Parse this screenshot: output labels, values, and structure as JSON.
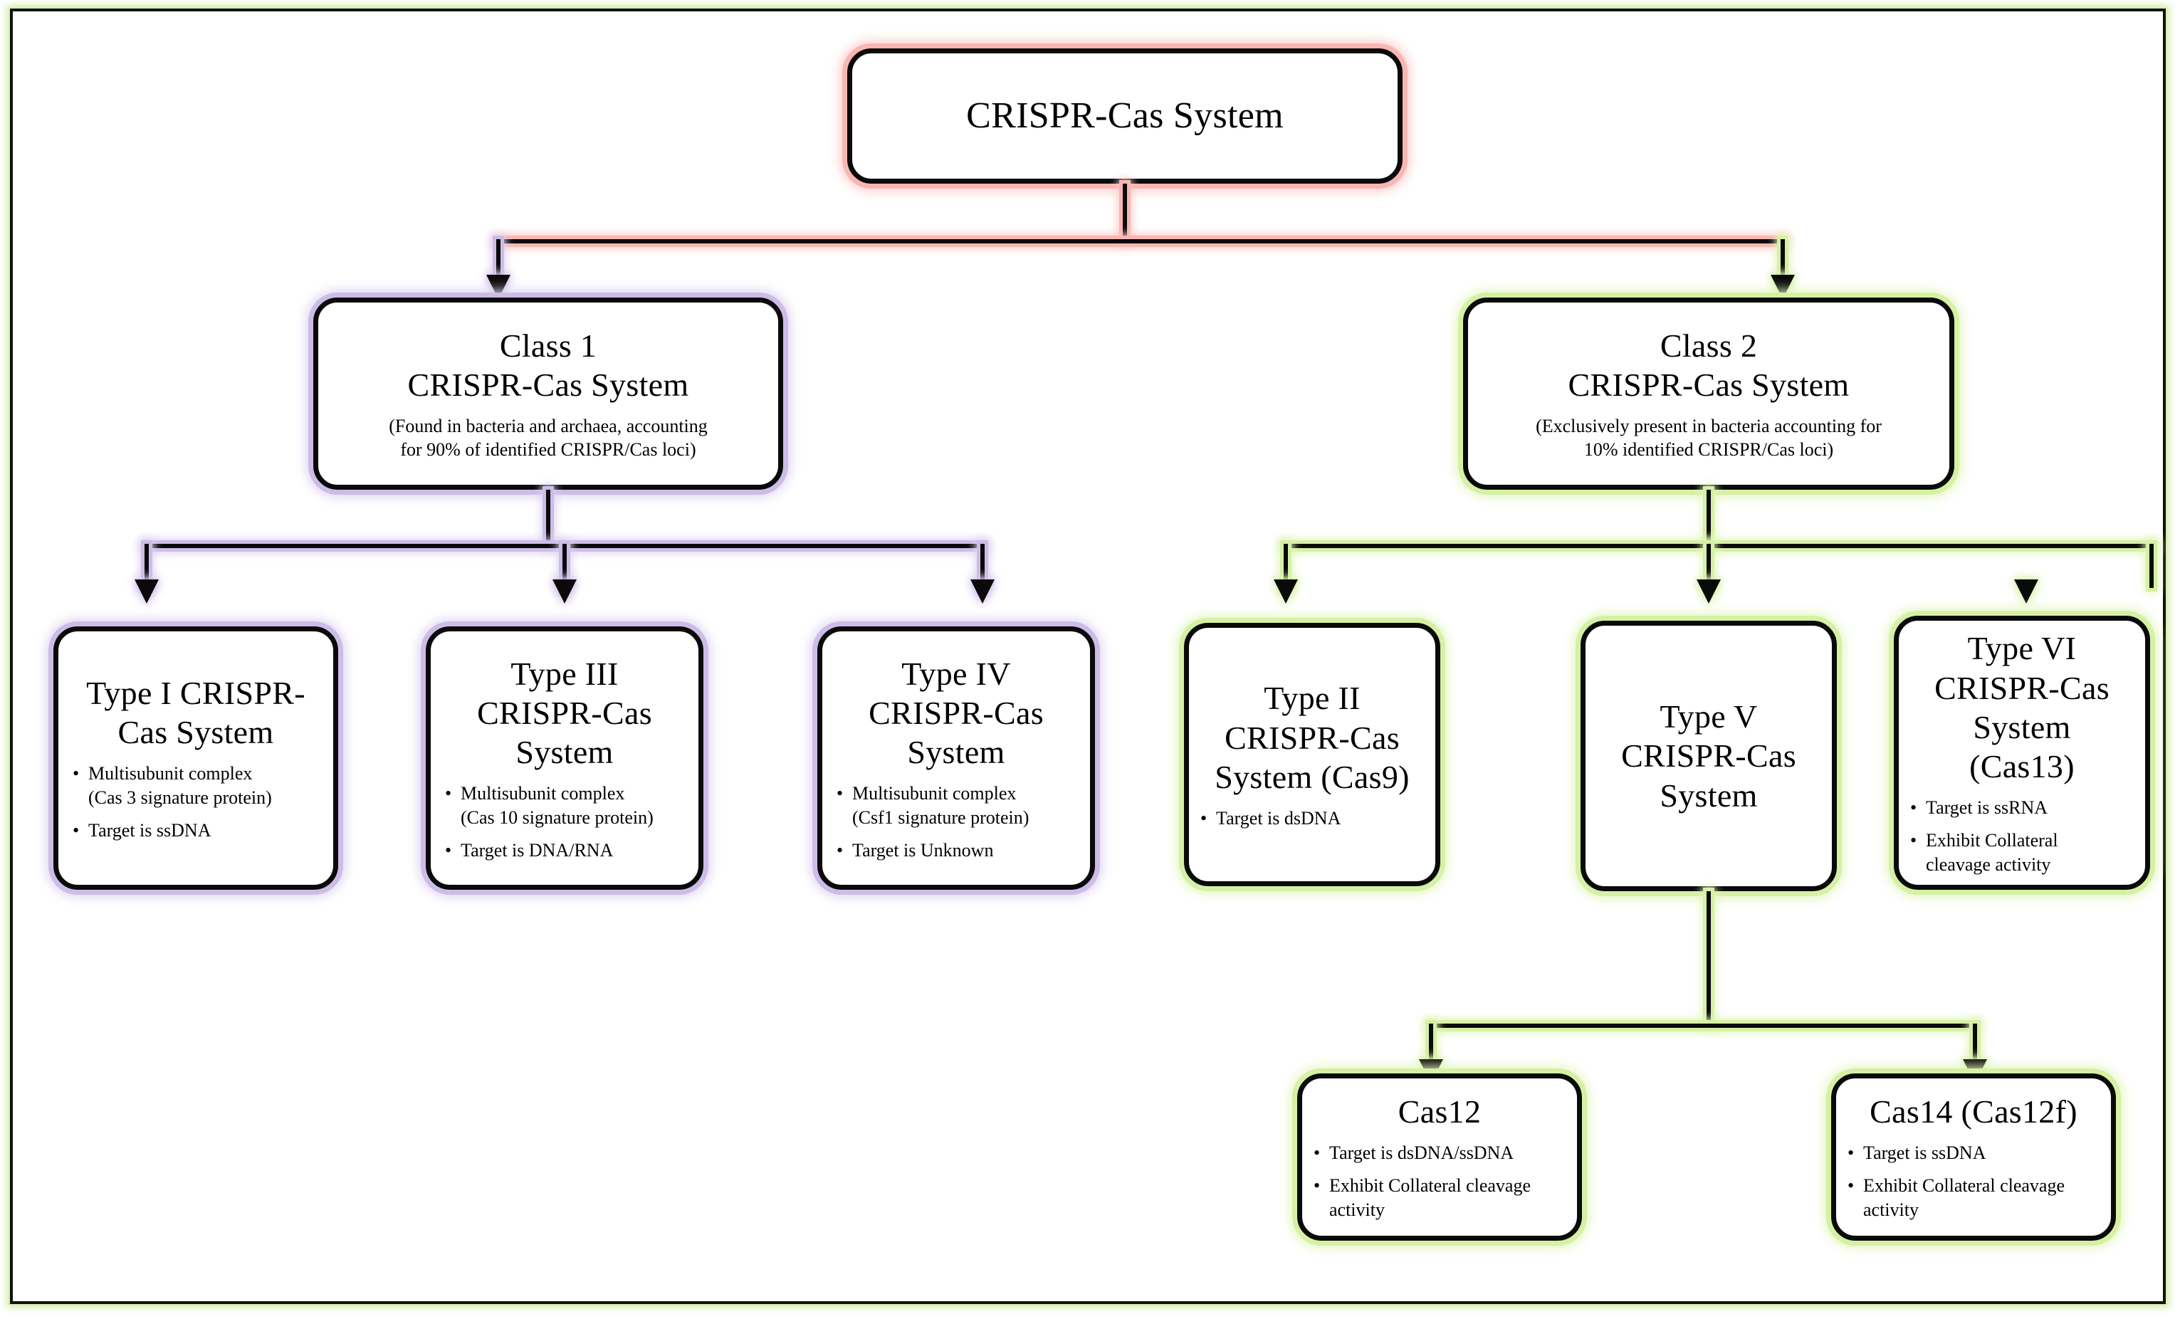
{
  "diagram": {
    "title": "CRISPR-Cas System classification flowchart",
    "colors": {
      "root_glow": "#f9b6b2",
      "class1_glow": "#cdbce8",
      "class2_glow": "#d6f0a4",
      "frame_glow": "#d8eeae",
      "border": "#0a0a0a",
      "background": "#ffffff"
    }
  },
  "root": {
    "title": "CRISPR-Cas System"
  },
  "class1": {
    "title": "Class 1\nCRISPR-Cas System",
    "subtitle": "(Found in bacteria and archaea, accounting\nfor 90% of identified CRISPR/Cas loci)",
    "children": [
      {
        "title": "Type I CRISPR-\nCas System",
        "bullets": [
          "Multisubunit complex\n(Cas 3 signature protein)",
          "Target is ssDNA"
        ]
      },
      {
        "title": "Type III\nCRISPR-Cas\nSystem",
        "bullets": [
          "Multisubunit complex\n(Cas 10 signature protein)",
          "Target is DNA/RNA"
        ]
      },
      {
        "title": "Type IV\nCRISPR-Cas\nSystem",
        "bullets": [
          "Multisubunit complex\n(Csf1 signature protein)",
          "Target is Unknown"
        ]
      }
    ]
  },
  "class2": {
    "title": "Class 2\nCRISPR-Cas System",
    "subtitle": "(Exclusively present in bacteria accounting for\n10% identified CRISPR/Cas loci)",
    "children": [
      {
        "title": "Type II\nCRISPR-Cas\nSystem (Cas9)",
        "bullets": [
          "Target is dsDNA"
        ]
      },
      {
        "title": "Type V\nCRISPR-Cas\nSystem",
        "bullets": []
      },
      {
        "title": "Type VI\nCRISPR-Cas\nSystem\n(Cas13)",
        "bullets": [
          "Target is ssRNA",
          "Exhibit Collateral\ncleavage activity"
        ]
      }
    ]
  },
  "typeV_children": [
    {
      "title": "Cas12",
      "bullets": [
        "Target is dsDNA/ssDNA",
        "Exhibit Collateral cleavage\nactivity"
      ]
    },
    {
      "title": "Cas14 (Cas12f)",
      "bullets": [
        "Target is ssDNA",
        "Exhibit Collateral cleavage\nactivity"
      ]
    }
  ],
  "bullet_glyph": "•"
}
